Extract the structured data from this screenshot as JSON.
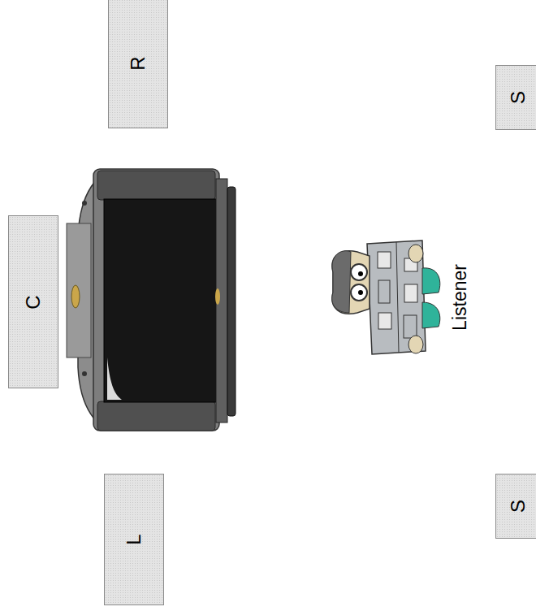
{
  "diagram": {
    "nodes": [
      {
        "text": [
          "C"
        ]
      },
      {
        "text": [
          "R"
        ]
      },
      {
        "text": [
          "L"
        ]
      },
      {
        "text": [
          "S"
        ]
      },
      {
        "text": [
          "S"
        ]
      }
    ],
    "labels": [
      "Listener"
    ]
  }
}
